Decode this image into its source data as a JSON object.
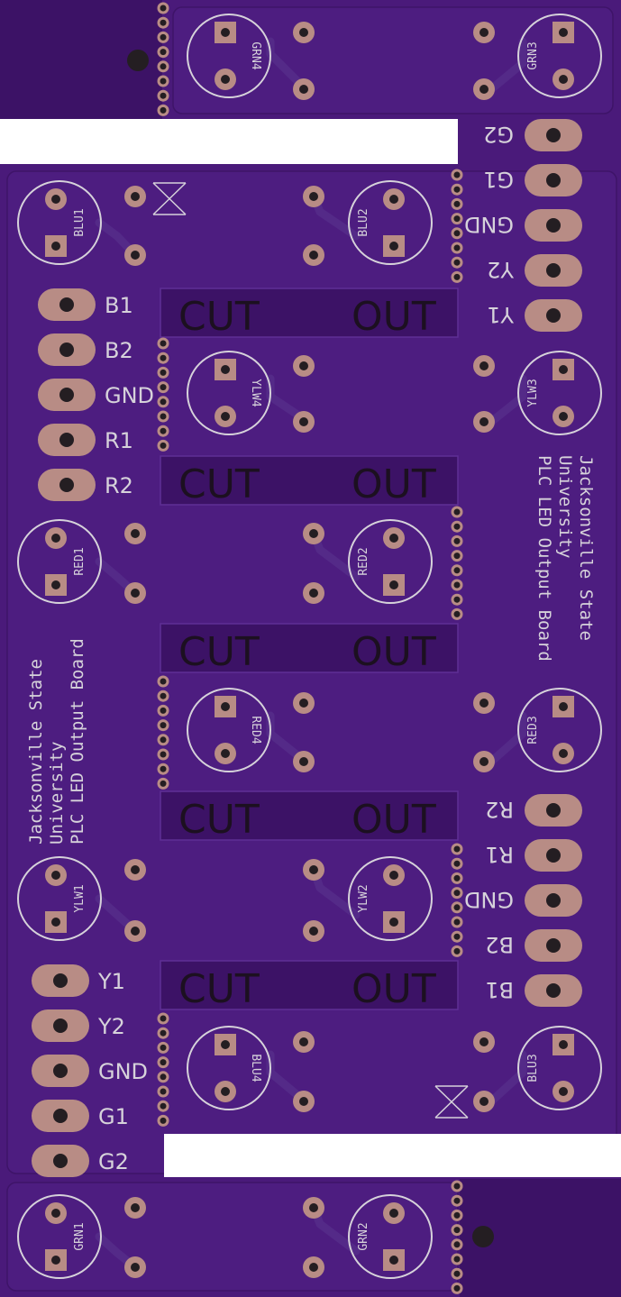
{
  "colors": {
    "board": "#4a1a7a",
    "board_dark": "#3c1266",
    "trace": "#542a88",
    "pad": "#b88c85",
    "hole": "#241e22",
    "silk": "#d6d2da",
    "cut_text": "#1c1020",
    "cutout": "#ffffff"
  },
  "cut_out": {
    "word1": "CUT",
    "word2": "OUT"
  },
  "leds": {
    "grn4": "GRN4",
    "grn3": "GRN3",
    "blu1": "BLU1",
    "blu2": "BLU2",
    "ylw4": "YLW4",
    "ylw3": "YLW3",
    "red1": "RED1",
    "red2": "RED2",
    "red4": "RED4",
    "red3": "RED3",
    "ylw1": "YLW1",
    "ylw2": "YLW2",
    "blu4": "BLU4",
    "blu3": "BLU3",
    "grn1": "GRN1",
    "grn2": "GRN2"
  },
  "connector_top_right": [
    "G2",
    "G1",
    "GND",
    "Y2",
    "Y1"
  ],
  "connector_left_upper": [
    "B1",
    "B2",
    "GND",
    "R1",
    "R2"
  ],
  "connector_right_lower": [
    "R2",
    "R1",
    "GND",
    "B2",
    "B1"
  ],
  "connector_left_lower": [
    "Y1",
    "Y2",
    "GND",
    "G1",
    "G2"
  ],
  "title_right": [
    "Jacksonville State",
    "University",
    "PLC LED Output Board"
  ],
  "title_left": [
    "Jacksonville State",
    "University",
    "PLC LED Output Board"
  ]
}
